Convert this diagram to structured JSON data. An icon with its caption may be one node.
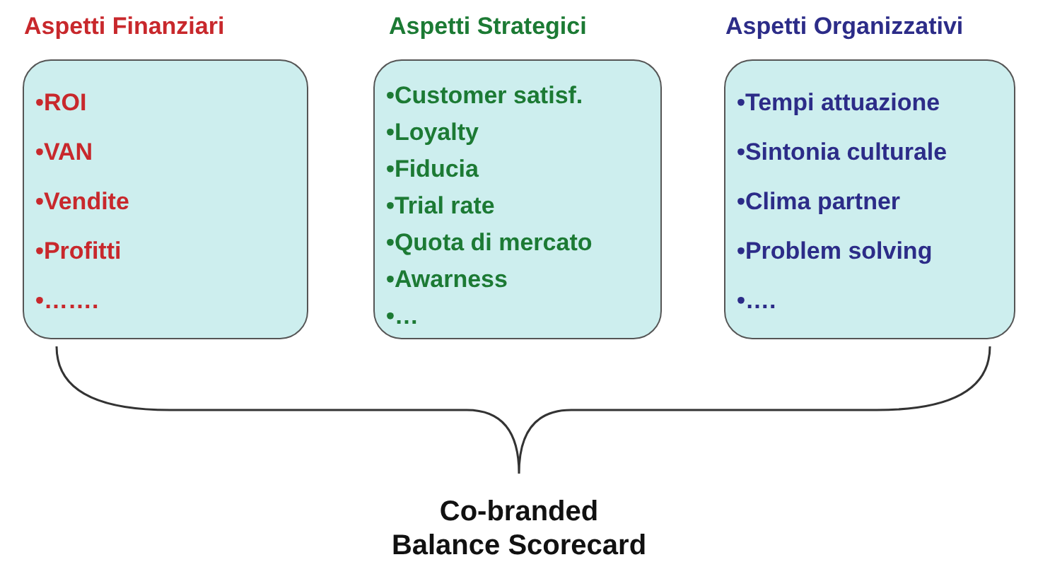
{
  "diagram": {
    "caption": "Co-branded Balance Scorecard",
    "nodes": [
      {
        "text": [
          "Aspetti Finanziari",
          "•ROI",
          "•VAN",
          "•Vendite",
          "•Profitti",
          "•……."
        ]
      },
      {
        "text": [
          "Aspetti Strategici",
          "•Customer satisf.",
          "•Loyalty",
          "•Fiducia",
          "•Trial rate",
          "•Quota di mercato",
          "•Awarness",
          "•…"
        ]
      },
      {
        "text": [
          "Aspetti Organizzativi",
          "•Tempi attuazione",
          "•Sintonia culturale",
          "•Clima partner",
          "•Problem solving",
          "•…."
        ]
      }
    ],
    "edges": []
  }
}
